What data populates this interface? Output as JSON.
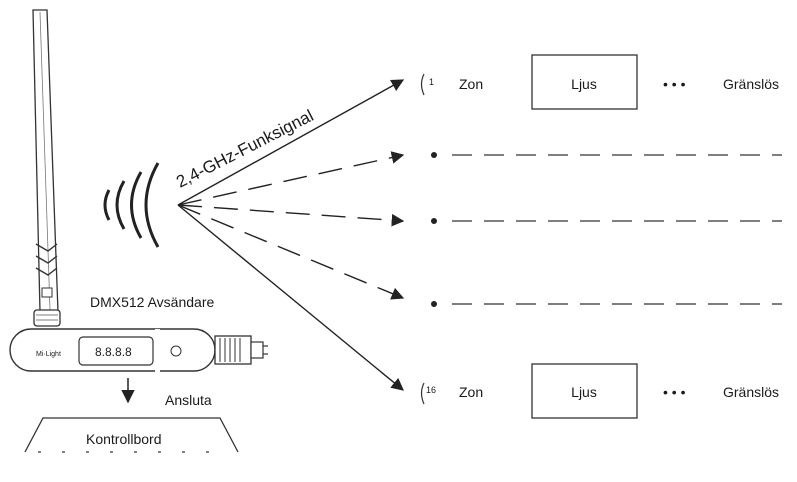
{
  "device": {
    "name_label": "DMX512 Avsändare",
    "display_text": "8.8.8.8",
    "brand_mark": "Mi·Light"
  },
  "signal": {
    "label": "2,4-GHz-Funksignal"
  },
  "connect": {
    "label": "Ansluta"
  },
  "console": {
    "label": "Kontrollbord"
  },
  "zones": [
    {
      "number": "1",
      "zone_label": "Zon",
      "light_label": "Ljus",
      "limit_label": "Gränslös"
    },
    {
      "number": "16",
      "zone_label": "Zon",
      "light_label": "Ljus",
      "limit_label": "Gränslös"
    }
  ],
  "ellipsis": "• • •"
}
